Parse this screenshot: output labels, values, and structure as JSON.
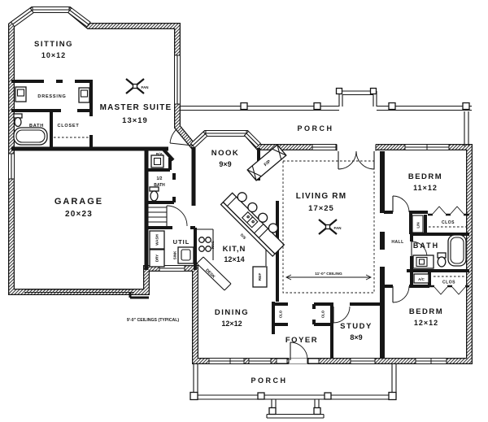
{
  "colors": {
    "paper": "#ffffff",
    "ink": "#161616"
  },
  "rooms": {
    "sitting": {
      "name": "SITTING",
      "dims": "10×12"
    },
    "master": {
      "name": "MASTER SUITE",
      "dims": "13×19"
    },
    "dressing": {
      "name": "DRESSING"
    },
    "master_bath": {
      "name": "BATH"
    },
    "master_closet": {
      "name": "CLOSET"
    },
    "garage": {
      "name": "GARAGE",
      "dims": "20×23"
    },
    "nook": {
      "name": "NOOK",
      "dims": "9×9"
    },
    "living": {
      "name": "LIVING RM",
      "dims": "17×25"
    },
    "kitchen": {
      "name": "KIT,N",
      "dims": "12×14"
    },
    "utility": {
      "name": "UTIL"
    },
    "dining": {
      "name": "DINING",
      "dims": "12×12"
    },
    "foyer": {
      "name": "FOYER"
    },
    "study": {
      "name": "STUDY",
      "dims": "8×9"
    },
    "bedroom_right": {
      "name": "BEDRM",
      "dims": "11×12"
    },
    "bedroom_bottom": {
      "name": "BEDRM",
      "dims": "12×12"
    },
    "bath": {
      "name": "BATH"
    },
    "hall": {
      "name": "HALL"
    },
    "porch": {
      "name": "PORCH"
    }
  },
  "annotations": {
    "ceiling_living": "11'-0\" CEILING",
    "ceiling_typical": "9'-0\" CEILINGS (TYPICAL)",
    "fan": "FAN",
    "fireplace": "F/P",
    "return_air": "R/A",
    "half_bath_line1": "1/2",
    "half_bath_line2": "BATH",
    "washer": "WASH",
    "dryer": "DRY",
    "sink": "SINK",
    "range": "RNG",
    "desk": "DESK",
    "dishwasher": "D/S",
    "refrigerator": "REF",
    "linen": "LIN",
    "closet": "CLOS",
    "closet_small": "CLO",
    "ac_unit": "A/C"
  }
}
